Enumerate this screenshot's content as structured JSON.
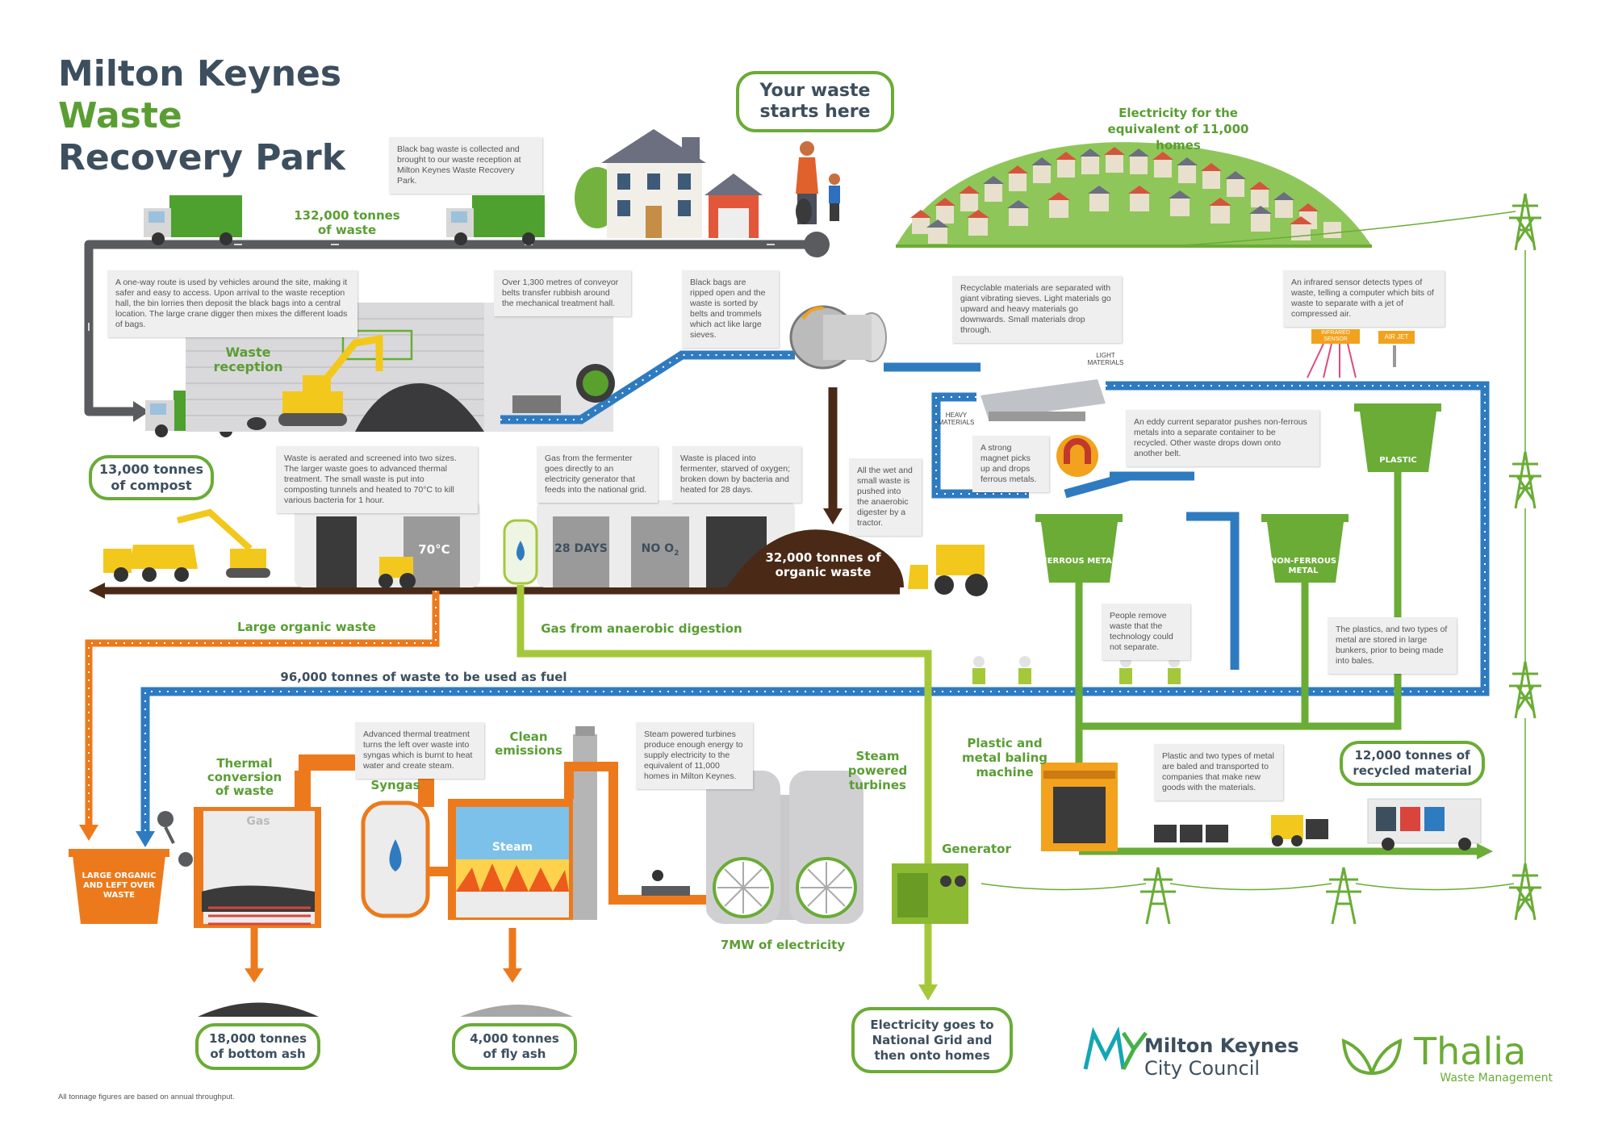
{
  "header": {
    "title_line1_a": "Milton Keynes ",
    "title_line1_b": "Waste",
    "title_line2": "Recovery Park"
  },
  "callouts": {
    "start": "Your waste starts here",
    "electricity_homes": "Electricity for the equivalent of 11,000 homes",
    "tonnes_waste": "132,000 tonnes of waste",
    "waste_reception": "Waste reception",
    "compost": "13,000 tonnes of compost",
    "organic_32k": "32,000 tonnes of organic waste",
    "large_organic": "Large organic waste",
    "gas_ad": "Gas from anaerobic digestion",
    "fuel_96k": "96,000 tonnes of waste to be used as fuel",
    "thermal": "Thermal conversion of waste",
    "syngas": "Syngas",
    "clean_emissions": "Clean emissions",
    "steam_turbines": "Steam powered turbines",
    "generator": "Generator",
    "seven_mw": "7MW of electricity",
    "baling": "Plastic and metal baling machine",
    "recycled_12k": "12,000 tonnes of recycled material",
    "bottom_ash": "18,000 tonnes of bottom ash",
    "fly_ash": "4,000 tonnes of fly ash",
    "national_grid": "Electricity goes to National Grid and then onto homes",
    "footnote": "All tonnage figures are based on annual throughput."
  },
  "labels": {
    "temp": "70°C",
    "days": "28 DAYS",
    "no_o2": "NO O",
    "o2_sub": "2",
    "ferrous": "FERROUS METAL",
    "non_ferrous": "NON-FERROUS METAL",
    "plastic": "PLASTIC",
    "large_organic_bin": "LARGE ORGANIC AND LEFT OVER WASTE",
    "gas": "Gas",
    "steam": "Steam",
    "infrared": "INFRARED SENSOR",
    "air_jet": "AIR JET",
    "light": "LIGHT MATERIALS",
    "heavy": "HEAVY MATERIALS"
  },
  "notes": {
    "collect": "Black bag waste is collected and brought to our waste reception at Milton Keynes Waste Recovery Park.",
    "oneway": "A one-way route is used by vehicles around the site, making it safer and easy to access. Upon arrival to the waste reception hall, the bin lorries then deposit the black bags into a central location. The large crane digger then mixes the different loads of bags.",
    "conveyor": "Over 1,300 metres of conveyor belts transfer rubbish around the mechanical treatment hall.",
    "ripped": "Black bags are ripped open and the waste is sorted by belts and trommels which act like large sieves.",
    "sieves": "Recyclable materials are separated with giant vibrating sieves. Light materials go upward and heavy materials go downwards. Small materials drop through.",
    "infrared": "An infrared sensor detects types of waste, telling a computer which bits of waste to separate with a jet of compressed air.",
    "aerated": "Waste is aerated and screened into two sizes. The larger waste goes to advanced thermal treatment. The small waste is put into composting tunnels and heated to 70°C to kill various bacteria for 1 hour.",
    "fermenter_gas": "Gas from the fermenter goes directly to an electricity generator that feeds into the national grid.",
    "fermenter": "Waste is placed into fermenter, starved of oxygen; broken down by bacteria and heated for 28 days.",
    "wet": "All the wet and small waste is pushed into the anaerobic digester by a tractor.",
    "magnet": "A strong magnet picks up and drops ferrous metals.",
    "eddy": "An eddy current separator pushes non-ferrous metals into a separate container to be recycled. Other waste drops down onto another belt.",
    "people": "People remove waste that the technology could not separate.",
    "bunkers": "The plastics, and two types of metal are stored in large bunkers, prior to being made into bales.",
    "att": "Advanced thermal treatment turns the left over waste into syngas which is burnt to heat water and create steam.",
    "turbines": "Steam powered turbines produce enough energy to supply electricity to the equivalent of 11,000 homes in Milton Keynes.",
    "baled": "Plastic and two types of metal are baled and transported to companies that make new goods with the materials."
  },
  "logos": {
    "mk_line1": "Milton Keynes",
    "mk_line2": "City Council",
    "mk_mark": "MK",
    "thalia_name": "Thalia",
    "thalia_sub": "Waste Management"
  },
  "colors": {
    "green": "#6aac36",
    "dark": "#3d4f5e",
    "blue": "#2f7bc0",
    "orange": "#ec7a1c",
    "lime": "#a5c83b",
    "grey": "#595b5e",
    "brown": "#4a2a16"
  }
}
